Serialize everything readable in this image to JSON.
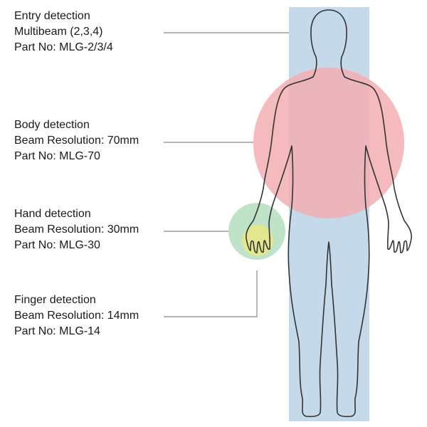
{
  "labels": [
    {
      "title": "Entry detection",
      "line2": "Multibeam (2,3,4)",
      "part": "Part No: MLG-2/3/4"
    },
    {
      "title": "Body detection",
      "line2": "Beam Resolution: 70mm",
      "part": "Part No: MLG-70"
    },
    {
      "title": "Hand detection",
      "line2": "Beam Resolution: 30mm",
      "part": "Part No: MLG-30"
    },
    {
      "title": "Finger detection",
      "line2": "Beam Resolution: 14mm",
      "part": "Part No: MLG-14"
    }
  ],
  "colors": {
    "entry_zone": "#c4daea",
    "body_zone": "#f2aeb3",
    "hand_zone": "#bfe3c6",
    "finger_zone": "#e2e68e",
    "leader_line": "#888888",
    "outline": "#333333"
  }
}
